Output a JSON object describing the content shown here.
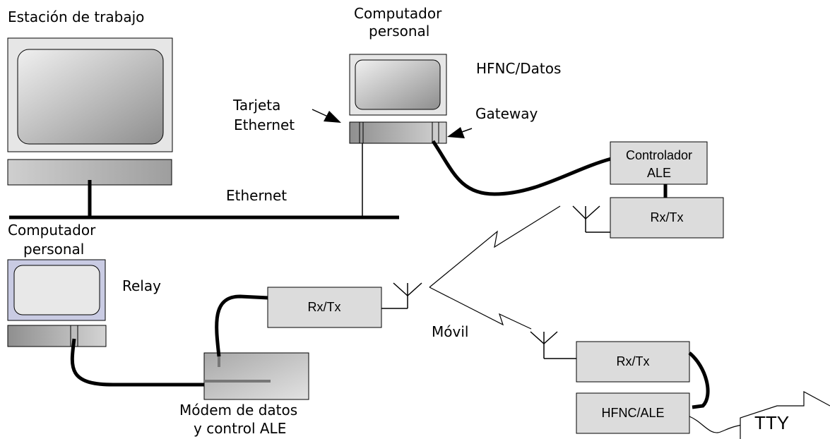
{
  "labels": {
    "workstation": "Estación de trabajo",
    "pc_top_line1": "Computador",
    "pc_top_line2": "personal",
    "hfnc_datos": "HFNC/Datos",
    "tarjeta_line1": "Tarjeta",
    "tarjeta_line2": "Ethernet",
    "gateway": "Gateway",
    "ethernet": "Ethernet",
    "controlador_line1": "Controlador",
    "controlador_line2": "ALE",
    "rxtx_top": "Rx/Tx",
    "pc_left_line1": "Computador",
    "pc_left_line2": "personal",
    "relay": "Relay",
    "rxtx_mid": "Rx/Tx",
    "movil": "Móvil",
    "rxtx_bottom": "Rx/Tx",
    "modem_line1": "Módem de datos",
    "modem_line2": "y control ALE",
    "hfnc_ale": "HFNC/ALE",
    "tty": "TTY"
  },
  "colors": {
    "box_fill": "#dcdcdc",
    "line": "#000000",
    "screen_light": "#e8e8e8",
    "screen_dark": "#9a9a9a",
    "relay_monitor": "#c9cbe3"
  }
}
